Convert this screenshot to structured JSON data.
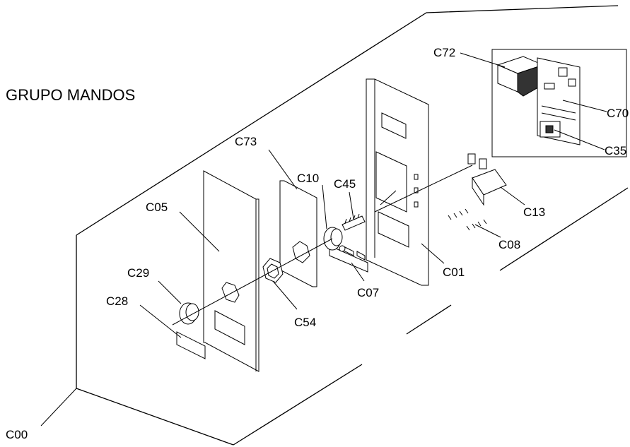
{
  "title": "GRUPO MANDOS",
  "labels": {
    "c00": "C00",
    "c01": "C01",
    "c05": "C05",
    "c07": "C07",
    "c08": "C08",
    "c10": "C10",
    "c13": "C13",
    "c28": "C28",
    "c29": "C29",
    "c35": "C35",
    "c45": "C45",
    "c54": "C54",
    "c70": "C70",
    "c72": "C72",
    "c73": "C73"
  }
}
